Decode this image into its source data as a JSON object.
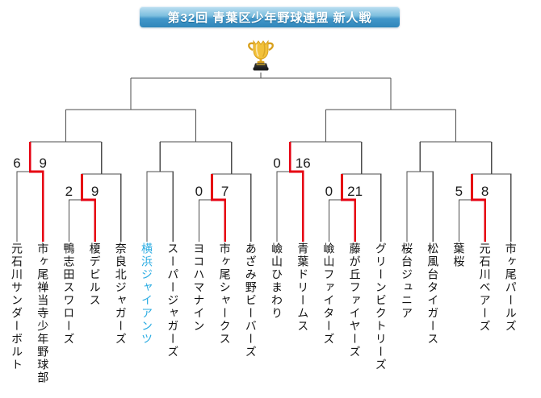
{
  "banner": {
    "title": "第32回 青葉区少年野球連盟 新人戦"
  },
  "colors": {
    "line": "#4d4d4d",
    "winner_path": "#e60012",
    "highlight_team": "#29abe2",
    "score_text": "#1a1a1a",
    "banner_top": "#bfe0f2",
    "banner_bottom": "#2f86ba",
    "trophy_gold": "#f2c13a",
    "trophy_base": "#2b2b2b"
  },
  "teams": [
    {
      "name": "元石川サンダーボルト",
      "highlight": false
    },
    {
      "name": "市ヶ尾禅当寺少年野球部",
      "highlight": false
    },
    {
      "name": "鴨志田スワローズ",
      "highlight": false
    },
    {
      "name": "榎デビルス",
      "highlight": false
    },
    {
      "name": "奈良北ジャガーズ",
      "highlight": false
    },
    {
      "name": "横浜ジャイアンツ",
      "highlight": true
    },
    {
      "name": "スーパージャガーズ",
      "highlight": false
    },
    {
      "name": "ヨコハマナイン",
      "highlight": false
    },
    {
      "name": "市ヶ尾シャークス",
      "highlight": false
    },
    {
      "name": "あざみ野ビーバーズ",
      "highlight": false
    },
    {
      "name": "嶮山ひまわり",
      "highlight": false
    },
    {
      "name": "青葉ドリームス",
      "highlight": false
    },
    {
      "name": "嶮山ファイターズ",
      "highlight": false
    },
    {
      "name": "藤が丘ファイヤーズ",
      "highlight": false
    },
    {
      "name": "グリーンビクトリーズ",
      "highlight": false
    },
    {
      "name": "桜台ジュニア",
      "highlight": false
    },
    {
      "name": "松風台タイガース",
      "highlight": false
    },
    {
      "name": "葉桜",
      "highlight": false
    },
    {
      "name": "元石川ベアーズ",
      "highlight": false
    },
    {
      "name": "市ヶ尾パールズ",
      "highlight": false
    }
  ],
  "quarters": [
    {
      "match1": {
        "teams": [
          0,
          1
        ],
        "scores": [
          "6",
          "9"
        ],
        "winner": 1
      },
      "match2": {
        "teams": [
          2,
          3
        ],
        "scores": [
          "2",
          "9"
        ],
        "winner": 1
      },
      "bye_team": 4
    },
    {
      "match1": {
        "teams": [
          5,
          6
        ],
        "scores": [
          "",
          ""
        ],
        "winner": null
      },
      "match2": {
        "teams": [
          7,
          8
        ],
        "scores": [
          "0",
          "7"
        ],
        "winner": 1
      },
      "bye_team": 9
    },
    {
      "match1": {
        "teams": [
          10,
          11
        ],
        "scores": [
          "0",
          "16"
        ],
        "winner": 1
      },
      "match2": {
        "teams": [
          12,
          13
        ],
        "scores": [
          "0",
          "21"
        ],
        "winner": 1
      },
      "bye_team": 14
    },
    {
      "match1": {
        "teams": [
          15,
          16
        ],
        "scores": [
          "",
          ""
        ],
        "winner": null
      },
      "match2": {
        "teams": [
          17,
          18
        ],
        "scores": [
          "5",
          "8"
        ],
        "winner": 1
      },
      "bye_team": 19
    }
  ]
}
